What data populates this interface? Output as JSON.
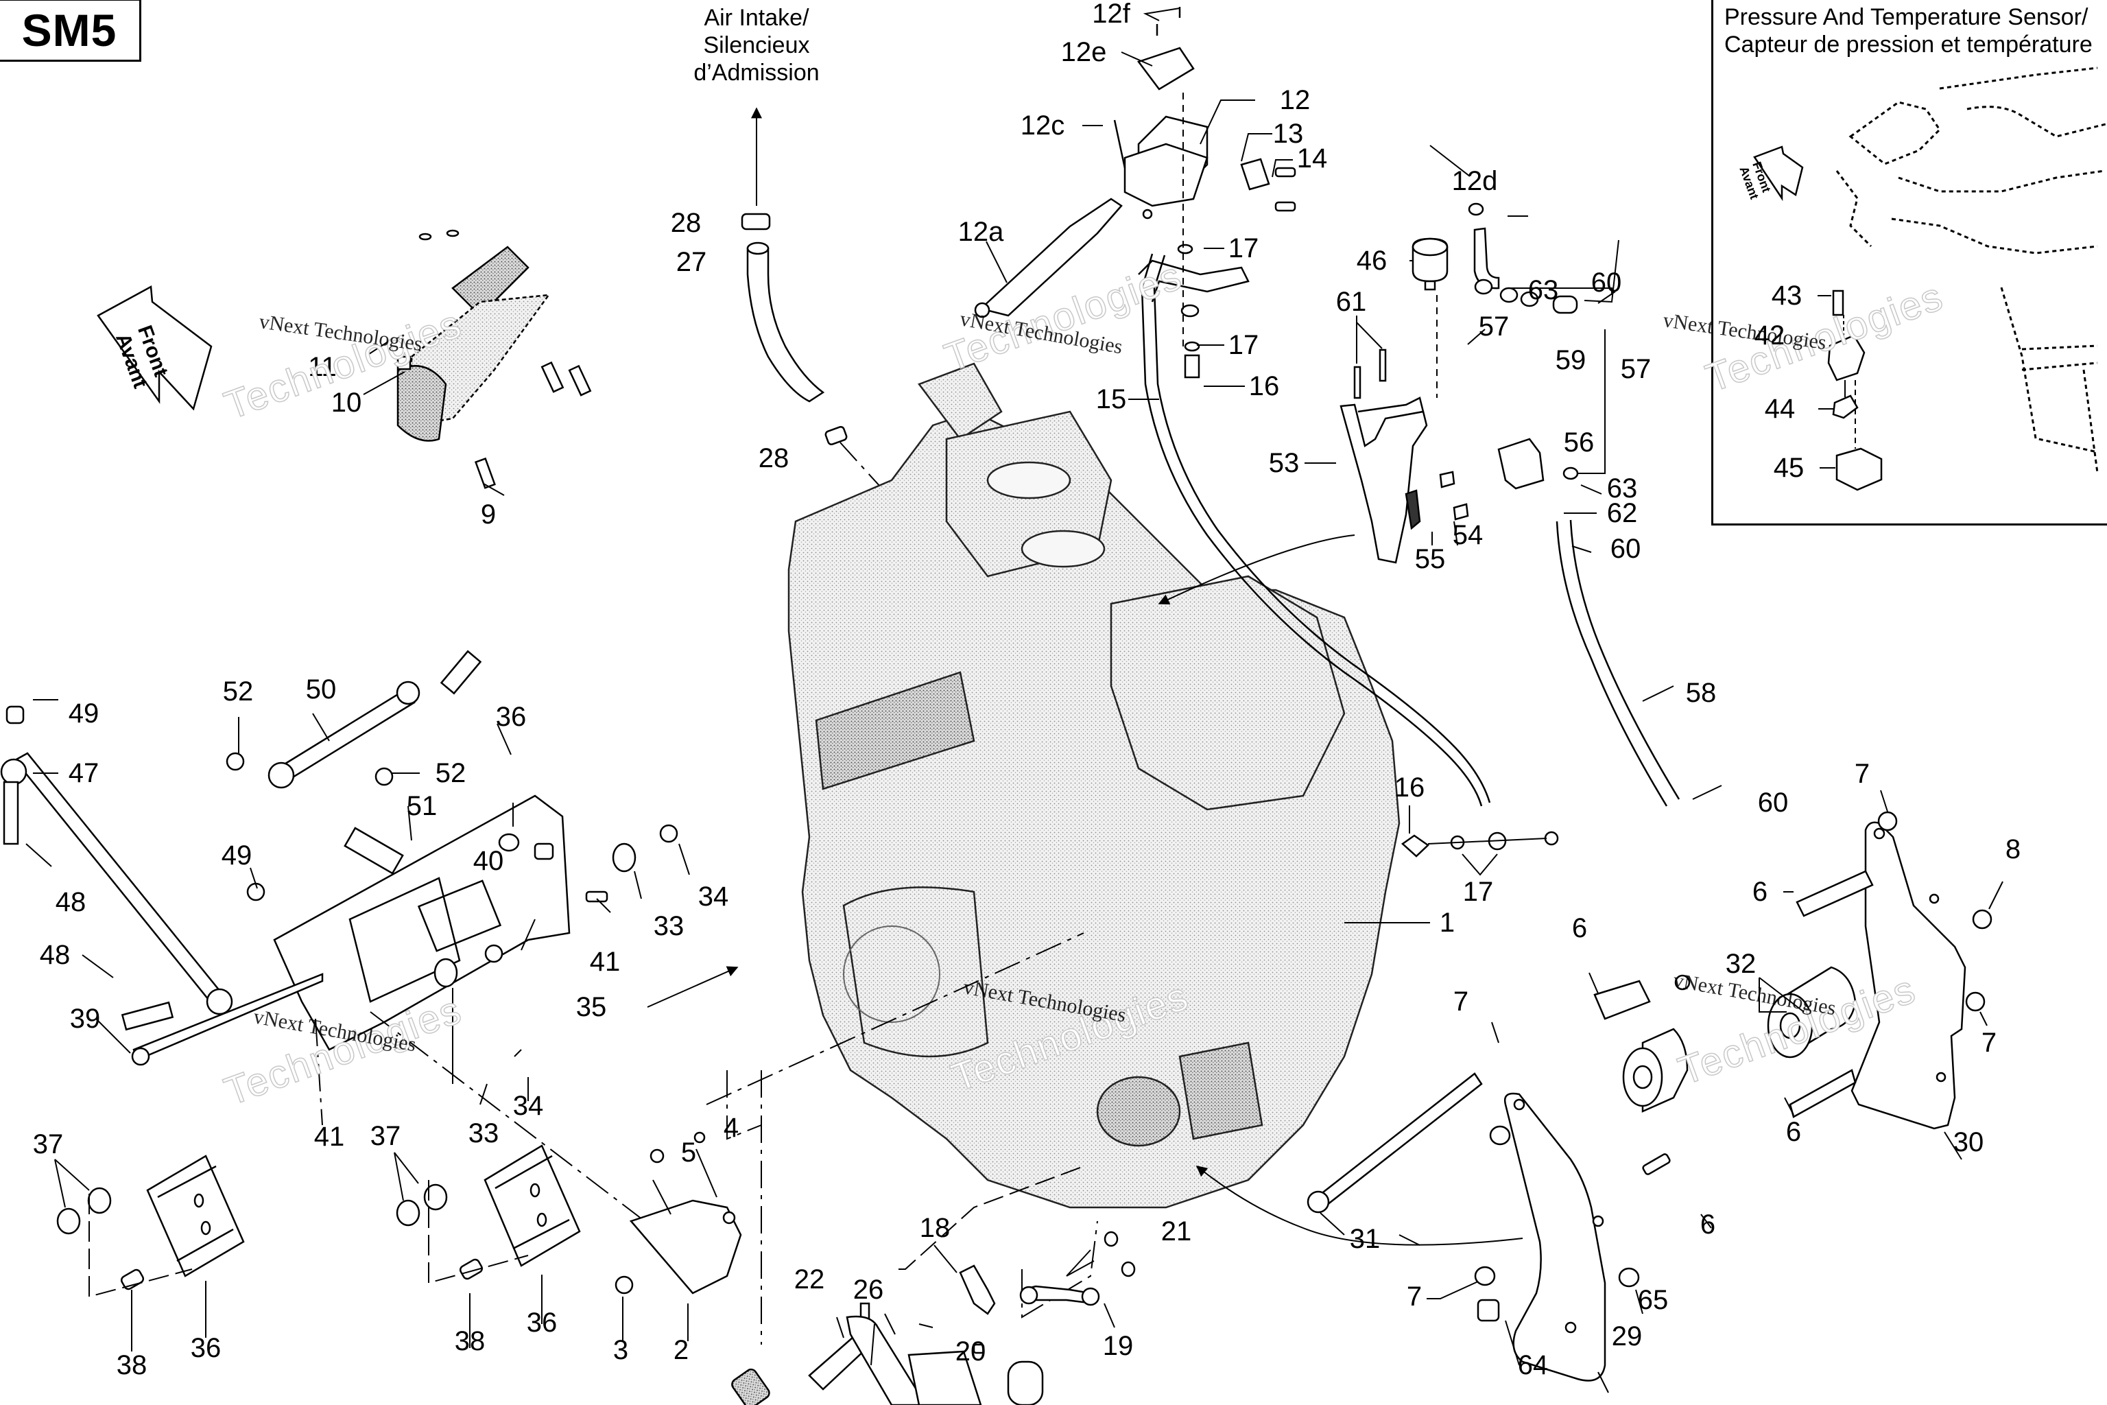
{
  "sheet": {
    "id": "SM5"
  },
  "captions": {
    "air_intake": [
      "Air Intake/",
      "Silencieux",
      "d’Admission"
    ]
  },
  "inset": {
    "title_line1": "Pressure And Temperature Sensor/",
    "title_line2": "Capteur de pression et température",
    "front_arrow": [
      "Front",
      "Avant"
    ],
    "callouts": [
      "43",
      "42",
      "44",
      "45"
    ]
  },
  "front_arrow": [
    "Front",
    "Avant"
  ],
  "watermark": {
    "small": "vNext Technologies",
    "big_line1": "vNext",
    "big_line2": "Technologies"
  },
  "callouts": [
    {
      "id": "c-1",
      "label": "1"
    },
    {
      "id": "c-2",
      "label": "2"
    },
    {
      "id": "c-3",
      "label": "3"
    },
    {
      "id": "c-4",
      "label": "4"
    },
    {
      "id": "c-5",
      "label": "5"
    },
    {
      "id": "c-6a",
      "label": "6"
    },
    {
      "id": "c-6b",
      "label": "6"
    },
    {
      "id": "c-6c",
      "label": "6"
    },
    {
      "id": "c-6d",
      "label": "6"
    },
    {
      "id": "c-7a",
      "label": "7"
    },
    {
      "id": "c-7b",
      "label": "7"
    },
    {
      "id": "c-7c",
      "label": "7"
    },
    {
      "id": "c-7d",
      "label": "7"
    },
    {
      "id": "c-8",
      "label": "8"
    },
    {
      "id": "c-9",
      "label": "9"
    },
    {
      "id": "c-10",
      "label": "10"
    },
    {
      "id": "c-11",
      "label": "11"
    },
    {
      "id": "c-12",
      "label": "12"
    },
    {
      "id": "c-12a",
      "label": "12a"
    },
    {
      "id": "c-12c",
      "label": "12c"
    },
    {
      "id": "c-12d",
      "label": "12d"
    },
    {
      "id": "c-12e",
      "label": "12e"
    },
    {
      "id": "c-12f",
      "label": "12f"
    },
    {
      "id": "c-13",
      "label": "13"
    },
    {
      "id": "c-14",
      "label": "14"
    },
    {
      "id": "c-15",
      "label": "15"
    },
    {
      "id": "c-16a",
      "label": "16"
    },
    {
      "id": "c-16b",
      "label": "16"
    },
    {
      "id": "c-17a",
      "label": "17"
    },
    {
      "id": "c-17b",
      "label": "17"
    },
    {
      "id": "c-17c",
      "label": "17"
    },
    {
      "id": "c-18",
      "label": "18"
    },
    {
      "id": "c-19",
      "label": "19"
    },
    {
      "id": "c-20",
      "label": "20"
    },
    {
      "id": "c-21",
      "label": "21"
    },
    {
      "id": "c-22",
      "label": "22"
    },
    {
      "id": "c-26",
      "label": "26"
    },
    {
      "id": "c-27",
      "label": "27"
    },
    {
      "id": "c-28a",
      "label": "28"
    },
    {
      "id": "c-28b",
      "label": "28"
    },
    {
      "id": "c-29",
      "label": "29"
    },
    {
      "id": "c-30",
      "label": "30"
    },
    {
      "id": "c-31",
      "label": "31"
    },
    {
      "id": "c-32",
      "label": "32"
    },
    {
      "id": "c-33a",
      "label": "33"
    },
    {
      "id": "c-33b",
      "label": "33"
    },
    {
      "id": "c-34a",
      "label": "34"
    },
    {
      "id": "c-34b",
      "label": "34"
    },
    {
      "id": "c-35",
      "label": "35"
    },
    {
      "id": "c-36a",
      "label": "36"
    },
    {
      "id": "c-36b",
      "label": "36"
    },
    {
      "id": "c-36c",
      "label": "36"
    },
    {
      "id": "c-37a",
      "label": "37"
    },
    {
      "id": "c-37b",
      "label": "37"
    },
    {
      "id": "c-38a",
      "label": "38"
    },
    {
      "id": "c-38b",
      "label": "38"
    },
    {
      "id": "c-39",
      "label": "39"
    },
    {
      "id": "c-40",
      "label": "40"
    },
    {
      "id": "c-41a",
      "label": "41"
    },
    {
      "id": "c-41b",
      "label": "41"
    },
    {
      "id": "c-46",
      "label": "46"
    },
    {
      "id": "c-47",
      "label": "47"
    },
    {
      "id": "c-48a",
      "label": "48"
    },
    {
      "id": "c-48b",
      "label": "48"
    },
    {
      "id": "c-49a",
      "label": "49"
    },
    {
      "id": "c-49b",
      "label": "49"
    },
    {
      "id": "c-50",
      "label": "50"
    },
    {
      "id": "c-51",
      "label": "51"
    },
    {
      "id": "c-52a",
      "label": "52"
    },
    {
      "id": "c-52b",
      "label": "52"
    },
    {
      "id": "c-53",
      "label": "53"
    },
    {
      "id": "c-54",
      "label": "54"
    },
    {
      "id": "c-55",
      "label": "55"
    },
    {
      "id": "c-56",
      "label": "56"
    },
    {
      "id": "c-57a",
      "label": "57"
    },
    {
      "id": "c-57b",
      "label": "57"
    },
    {
      "id": "c-58",
      "label": "58"
    },
    {
      "id": "c-59",
      "label": "59"
    },
    {
      "id": "c-60a",
      "label": "60"
    },
    {
      "id": "c-60b",
      "label": "60"
    },
    {
      "id": "c-60c",
      "label": "60"
    },
    {
      "id": "c-61",
      "label": "61"
    },
    {
      "id": "c-62",
      "label": "62"
    },
    {
      "id": "c-63a",
      "label": "63"
    },
    {
      "id": "c-63b",
      "label": "63"
    },
    {
      "id": "c-64",
      "label": "64"
    },
    {
      "id": "c-65",
      "label": "65"
    }
  ]
}
